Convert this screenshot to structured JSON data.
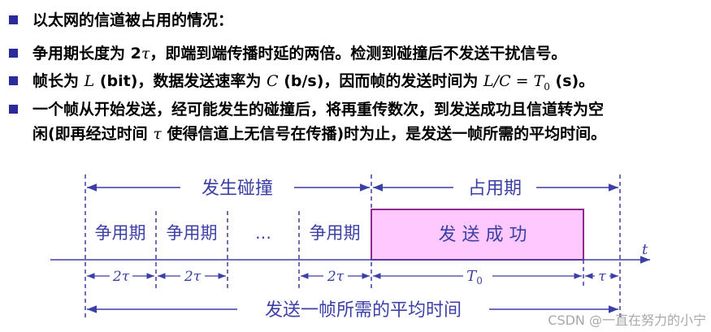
{
  "bullets": [
    {
      "text": "以太网的信道被占用的情况："
    },
    {
      "prefix": "争用期长度为 2",
      "tau": "τ",
      "suffix": "，即端到端传播时延的两倍。检测到碰撞后不发送干扰信号。"
    },
    {
      "p1": "帧长为 ",
      "L": "L",
      "p2": " (bit)，数据发送速率为 ",
      "C": "C",
      "p3": " (b/s)，因而帧的发送时间为 ",
      "LC": "L/C",
      "eq": " = ",
      "T": "T",
      "sub": "0",
      "p4": " (s)。"
    },
    {
      "line1": "一个帧从开始发送，经可能发生的碰撞后，将再重传数次，到发送成功且信道转为空",
      "line2a": "闲(即再经过时间 ",
      "tau": "τ",
      "line2b": " 使得信道上无信号在传播)时为止，是发送一帧所需的平均时间。"
    }
  ],
  "diagram": {
    "collision_label": "发生碰撞",
    "occupied_label": "占用期",
    "contention_label": "争用期",
    "ellipsis": "…",
    "success_label": "发 送 成 功",
    "axis_label": "t",
    "two_tau": "2τ",
    "T": "T",
    "T_sub": "0",
    "tau": "τ",
    "avg_time_label": "发送一帧所需的平均时间"
  },
  "watermark": "CSDN @一直在努力的小宁",
  "colors": {
    "bullet": "#2a2a9c",
    "lines": "#3b3fa6",
    "success_fill": "#ffc8ff",
    "success_border": "#8e2a8e"
  }
}
